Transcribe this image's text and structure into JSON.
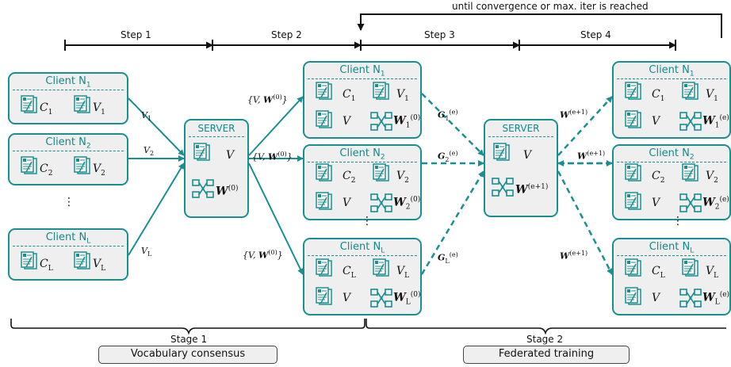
{
  "loop_label": "until convergence or max. iter is reached",
  "steps": [
    "Step 1",
    "Step 2",
    "Step 3",
    "Step 4"
  ],
  "stages": [
    {
      "label": "Stage 1",
      "phase": "Vocabulary consensus"
    },
    {
      "label": "Stage 2",
      "phase": "Federated training"
    }
  ],
  "server_label": "SERVER",
  "client_prefix": "Client N",
  "client_subs": [
    "1",
    "2",
    "L"
  ],
  "ellipsis": "⋮",
  "colors": {
    "accent": "#1a8f8f",
    "box_fill": "#efefef"
  },
  "icons": [
    "document-icon",
    "network-icon"
  ]
}
